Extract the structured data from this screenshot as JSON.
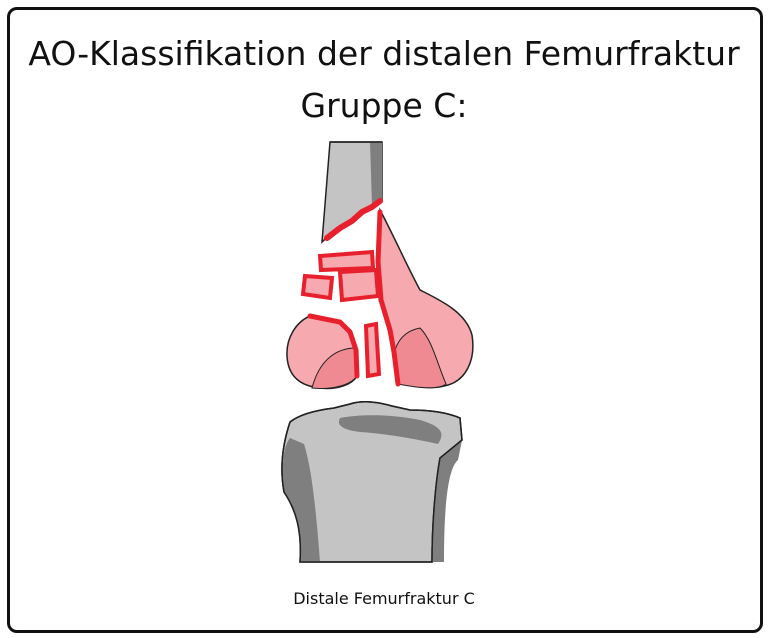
{
  "title": {
    "line1": "AO-Klassifikation der distalen Femurfraktur",
    "line2": "Gruppe C:"
  },
  "caption": "Distale Femurfraktur C",
  "colors": {
    "bone_light": "#c4c4c4",
    "bone_dark": "#7f7f7f",
    "fragment_light": "#f6a9ae",
    "fragment_mid": "#f08a92",
    "fracture_line": "#e8202d",
    "outline": "#222222"
  }
}
